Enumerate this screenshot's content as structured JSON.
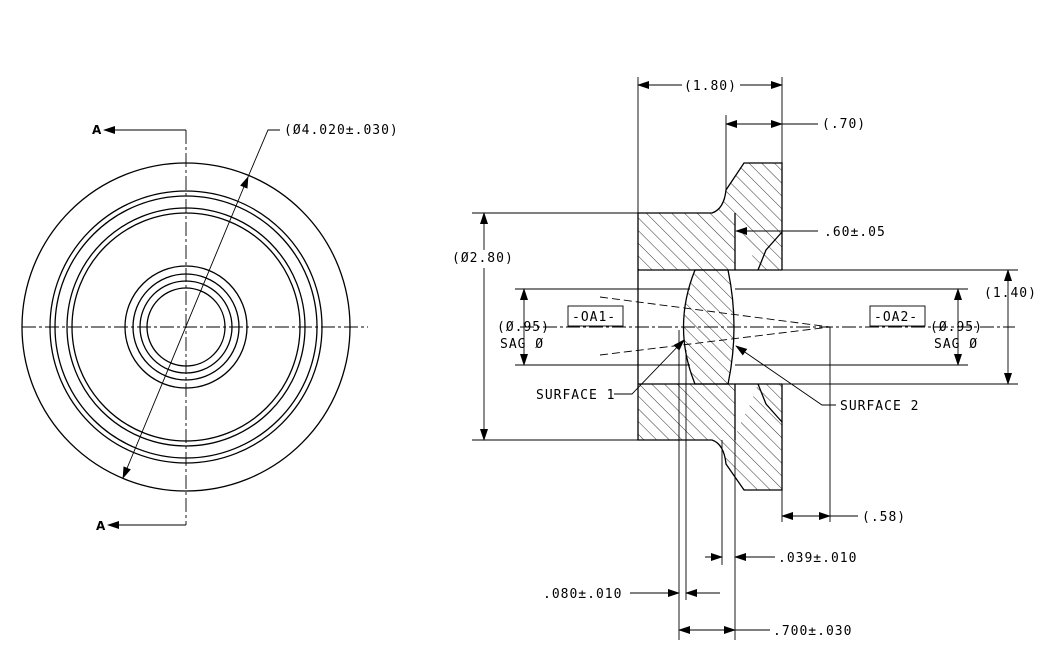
{
  "front_view": {
    "section_label_top": "A",
    "section_label_bottom": "A",
    "diameter_dim": "(Ø4.020±.030)"
  },
  "section_view": {
    "dim_overall_width": "(1.80)",
    "dim_flange": "(.70)",
    "dim_060": ".60±.05",
    "dim_dia_280": "(Ø2.80)",
    "dim_140": "(1.40)",
    "datum_oa1": "-OA1-",
    "datum_oa2": "-OA2-",
    "left_dia_095": "(Ø.95)",
    "left_sag": "SAG Ø",
    "right_dia_095": "(Ø.95)",
    "right_sag": "SAG Ø",
    "surface_1": "SURFACE 1",
    "surface_2": "SURFACE 2",
    "dim_058": "(.58)",
    "dim_039": ".039±.010",
    "dim_080": ".080±.010",
    "dim_700": ".700±.030"
  }
}
